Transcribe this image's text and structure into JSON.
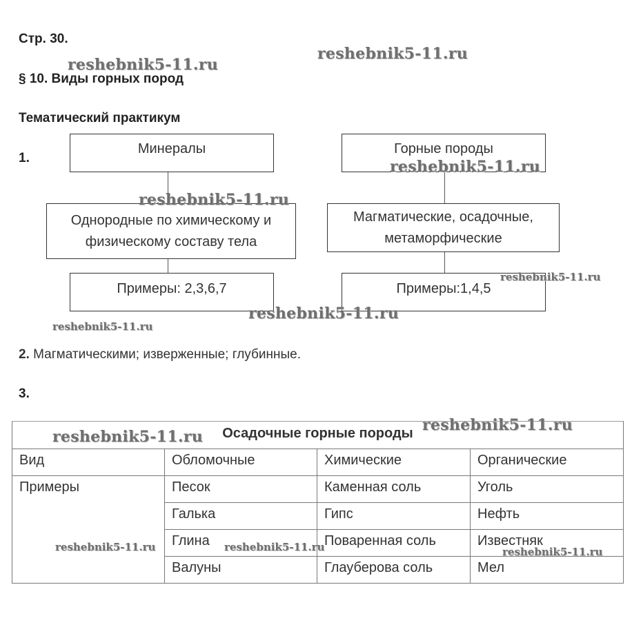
{
  "page_label": "Стр. 30.",
  "section_title": "§ 10. Виды горных пород",
  "practicum_title": "Тематический практикум",
  "task1": {
    "number": "1.",
    "left_column": {
      "top": "Минералы",
      "middle_line1": "Однородные по химическому и",
      "middle_line2": "физическому составу тела",
      "bottom": "Примеры: 2,3,6,7"
    },
    "right_column": {
      "top": "Горные породы",
      "middle_line1": "Магматические, осадочные,",
      "middle_line2": "метаморфические",
      "bottom": "Примеры:1,4,5"
    }
  },
  "task2": {
    "number": "2.",
    "text": "Магматическими; изверженные; глубинные."
  },
  "task3": {
    "number": "3.",
    "table": {
      "caption": "Осадочные горные породы",
      "headers": [
        "Вид",
        "Обломочные",
        "Химические",
        "Органические"
      ],
      "row_label": "Примеры",
      "rows": [
        [
          "Песок",
          "Каменная соль",
          "Уголь"
        ],
        [
          "Галька",
          "Гипс",
          "Нефть"
        ],
        [
          "Глина",
          "Поваренная соль",
          "Известняк"
        ],
        [
          "Валуны",
          "Глауберова соль",
          "Мел"
        ]
      ]
    }
  },
  "watermark_text": "reshebnik5-11.ru"
}
